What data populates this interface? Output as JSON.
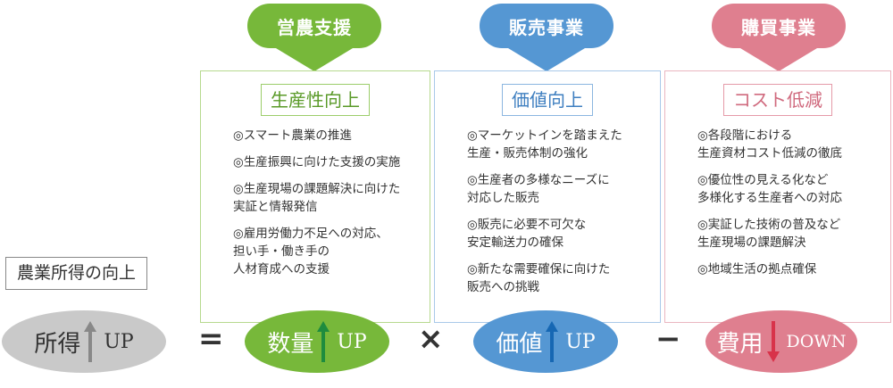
{
  "colors": {
    "green": "#77b83a",
    "blue": "#5597d3",
    "pink": "#df7f8f",
    "gray": "#c9c9c9",
    "arrow_green": "#1e8c3e",
    "arrow_blue": "#1667b3",
    "arrow_pink": "#d8334a",
    "arrow_gray": "#888888"
  },
  "sections": [
    {
      "header": "営農支援",
      "title": "生産性向上",
      "items": [
        "◎スマート農業の推進",
        "◎生産振興に向けた支援の実施",
        "◎生産現場の課題解決に向けた\n実証と情報発信",
        "◎雇用労働力不足への対応、\n担い手・働き手の\n人材育成への支援"
      ]
    },
    {
      "header": "販売事業",
      "title": "価値向上",
      "items": [
        "◎マーケットインを踏まえた\n生産・販売体制の強化",
        "◎生産者の多様なニーズに\n対応した販売",
        "◎販売に必要不可欠な\n安定輸送力の確保",
        "◎新たな需要確保に向けた\n販売への挑戦"
      ]
    },
    {
      "header": "購買事業",
      "title": "コスト低減",
      "items": [
        "◎各段階における\n生産資材コスト低減の徹底",
        "◎優位性の見える化など\n多様化する生産者への対応",
        "◎実証した技術の普及など\n生産現場の課題解決",
        "◎地域生活の拠点確保"
      ]
    }
  ],
  "side_label": "農業所得の向上",
  "equation": {
    "income": "所得",
    "quantity": "数量",
    "value": "価値",
    "cost": "費用",
    "up": "UP",
    "down": "DOWN",
    "equals": "=",
    "times": "×",
    "minus": "−"
  }
}
